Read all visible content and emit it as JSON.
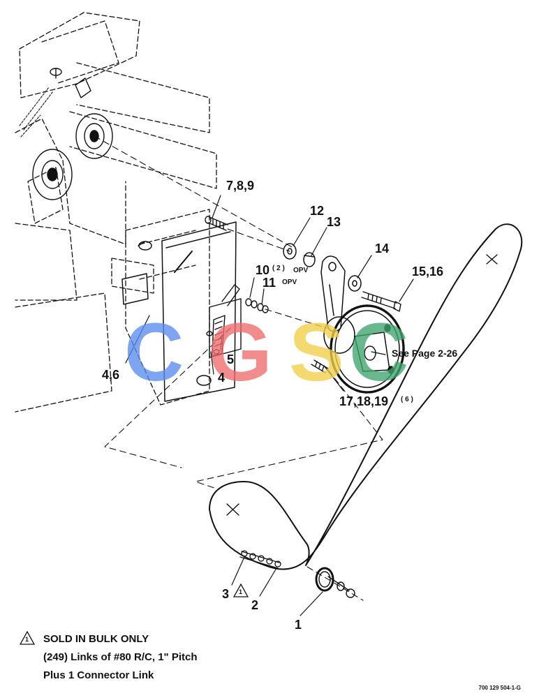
{
  "callouts": {
    "c789": "7,8,9",
    "c12": "12",
    "c13": "13",
    "c14": "14",
    "c1516": "15,16",
    "c10": "10",
    "c10_qty": "( 2 )",
    "c10_opv": "OPV",
    "c11": "11",
    "c11_opv": "OPV",
    "c46": "4,6",
    "c5": "5",
    "c4": "4",
    "c171819": "17,18,19",
    "c171819_qty": "( 6 )",
    "see_page": "See Page 2-26",
    "c3": "3",
    "c3_flag": "1",
    "c2": "2",
    "c1": "1"
  },
  "notes": {
    "flag_number": "1",
    "line1": "SOLD IN BULK ONLY",
    "line2": "(249) Links of #80 R/C, 1\" Pitch",
    "line3": "Plus 1 Connector Link"
  },
  "figure_id": "700 129 504-1-G",
  "watermark": {
    "letters": [
      "C",
      "G",
      "S",
      "C"
    ],
    "colors": [
      "#5b8def",
      "#ef6b6b",
      "#f2cf4a",
      "#3fa56e"
    ]
  }
}
